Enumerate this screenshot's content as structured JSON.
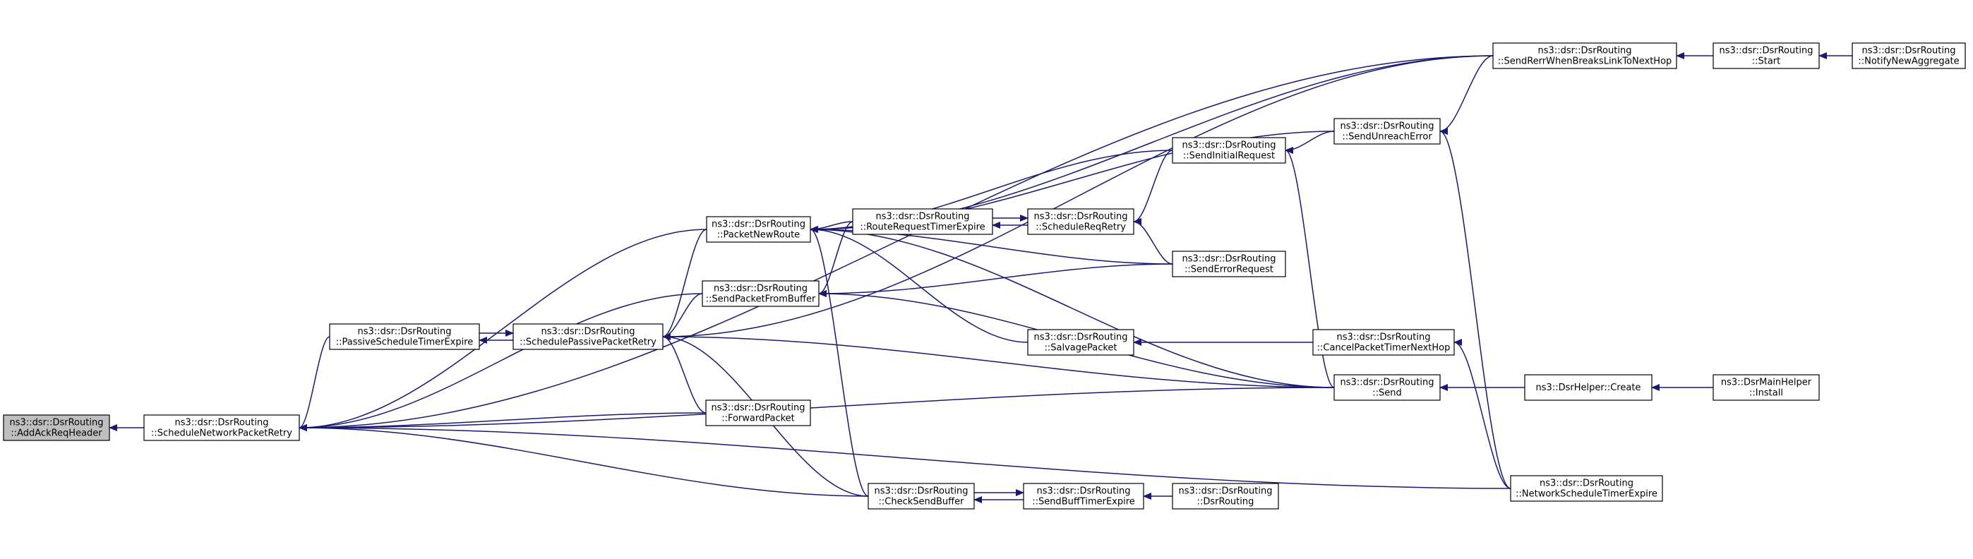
{
  "colors": {
    "edge": "#191970",
    "node_fill": "#ffffff",
    "node_border": "#000000",
    "highlight_fill": "#bfbfbf"
  },
  "nodes": [
    {
      "id": "addack",
      "lines": [
        "ns3::dsr::DsrRouting",
        "::AddAckReqHeader"
      ],
      "highlighted": true
    },
    {
      "id": "schednet",
      "lines": [
        "ns3::dsr::DsrRouting",
        "::ScheduleNetworkPacketRetry"
      ]
    },
    {
      "id": "passivetimer",
      "lines": [
        "ns3::dsr::DsrRouting",
        "::PassiveScheduleTimerExpire"
      ]
    },
    {
      "id": "schedpassive",
      "lines": [
        "ns3::dsr::DsrRouting",
        "::SchedulePassivePacketRetry"
      ]
    },
    {
      "id": "packetnew",
      "lines": [
        "ns3::dsr::DsrRouting",
        "::PacketNewRoute"
      ]
    },
    {
      "id": "sendfrombuf",
      "lines": [
        "ns3::dsr::DsrRouting",
        "::SendPacketFromBuffer"
      ]
    },
    {
      "id": "forward",
      "lines": [
        "ns3::dsr::DsrRouting",
        "::ForwardPacket"
      ]
    },
    {
      "id": "routereq",
      "lines": [
        "ns3::dsr::DsrRouting",
        "::RouteRequestTimerExpire"
      ]
    },
    {
      "id": "checksend",
      "lines": [
        "ns3::dsr::DsrRouting",
        "::CheckSendBuffer"
      ]
    },
    {
      "id": "schedreq",
      "lines": [
        "ns3::dsr::DsrRouting",
        "::ScheduleReqRetry"
      ]
    },
    {
      "id": "salvage",
      "lines": [
        "ns3::dsr::DsrRouting",
        "::SalvagePacket"
      ]
    },
    {
      "id": "sendbufftimer",
      "lines": [
        "ns3::dsr::DsrRouting",
        "::SendBuffTimerExpire"
      ]
    },
    {
      "id": "sendinit",
      "lines": [
        "ns3::dsr::DsrRouting",
        "::SendInitialRequest"
      ]
    },
    {
      "id": "senderr",
      "lines": [
        "ns3::dsr::DsrRouting",
        "::SendErrorRequest"
      ]
    },
    {
      "id": "ctor",
      "lines": [
        "ns3::dsr::DsrRouting",
        "::DsrRouting"
      ]
    },
    {
      "id": "sendunreach",
      "lines": [
        "ns3::dsr::DsrRouting",
        "::SendUnreachError"
      ]
    },
    {
      "id": "cancelpkt",
      "lines": [
        "ns3::dsr::DsrRouting",
        "::CancelPacketTimerNextHop"
      ]
    },
    {
      "id": "send",
      "lines": [
        "ns3::dsr::DsrRouting",
        "::Send"
      ]
    },
    {
      "id": "netsched",
      "lines": [
        "ns3::dsr::DsrRouting",
        "::NetworkScheduleTimerExpire"
      ]
    },
    {
      "id": "rerr",
      "lines": [
        "ns3::dsr::DsrRouting",
        "::SendRerrWhenBreaksLinkToNextHop"
      ]
    },
    {
      "id": "start",
      "lines": [
        "ns3::dsr::DsrRouting",
        "::Start"
      ]
    },
    {
      "id": "notify",
      "lines": [
        "ns3::dsr::DsrRouting",
        "::NotifyNewAggregate"
      ]
    },
    {
      "id": "helpercreate",
      "lines": [
        "ns3::DsrHelper::Create"
      ]
    },
    {
      "id": "install",
      "lines": [
        "ns3::DsrMainHelper",
        "::Install"
      ]
    }
  ],
  "edges": [
    {
      "from": "schednet",
      "to": "addack"
    },
    {
      "from": "passivetimer",
      "to": "schednet"
    },
    {
      "from": "schedpassive",
      "to": "passivetimer"
    },
    {
      "from": "passivetimer",
      "to": "schedpassive"
    },
    {
      "from": "packetnew",
      "to": "schednet"
    },
    {
      "from": "sendfrombuf",
      "to": "schednet"
    },
    {
      "from": "forward",
      "to": "schednet"
    },
    {
      "from": "checksend",
      "to": "schednet"
    },
    {
      "from": "send",
      "to": "schednet"
    },
    {
      "from": "netsched",
      "to": "schednet"
    },
    {
      "from": "rerr",
      "to": "schednet"
    },
    {
      "from": "packetnew",
      "to": "schedpassive"
    },
    {
      "from": "sendfrombuf",
      "to": "schedpassive"
    },
    {
      "from": "forward",
      "to": "schedpassive"
    },
    {
      "from": "checksend",
      "to": "schedpassive"
    },
    {
      "from": "send",
      "to": "schedpassive"
    },
    {
      "from": "rerr",
      "to": "schedpassive"
    },
    {
      "from": "routereq",
      "to": "packetnew"
    },
    {
      "from": "checksend",
      "to": "packetnew"
    },
    {
      "from": "salvage",
      "to": "packetnew"
    },
    {
      "from": "sendinit",
      "to": "packetnew"
    },
    {
      "from": "senderr",
      "to": "packetnew"
    },
    {
      "from": "sendunreach",
      "to": "packetnew"
    },
    {
      "from": "send",
      "to": "packetnew"
    },
    {
      "from": "rerr",
      "to": "packetnew"
    },
    {
      "from": "routereq",
      "to": "sendfrombuf"
    },
    {
      "from": "senderr",
      "to": "sendfrombuf"
    },
    {
      "from": "send",
      "to": "sendfrombuf"
    },
    {
      "from": "schedreq",
      "to": "routereq"
    },
    {
      "from": "routereq",
      "to": "schedreq"
    },
    {
      "from": "sendinit",
      "to": "schedreq"
    },
    {
      "from": "senderr",
      "to": "schedreq"
    },
    {
      "from": "sendbufftimer",
      "to": "checksend"
    },
    {
      "from": "checksend",
      "to": "sendbufftimer"
    },
    {
      "from": "ctor",
      "to": "sendbufftimer"
    },
    {
      "from": "cancelpkt",
      "to": "salvage"
    },
    {
      "from": "sendunreach",
      "to": "sendinit"
    },
    {
      "from": "send",
      "to": "sendinit"
    },
    {
      "from": "rerr",
      "to": "sendunreach"
    },
    {
      "from": "netsched",
      "to": "sendunreach"
    },
    {
      "from": "netsched",
      "to": "cancelpkt"
    },
    {
      "from": "helpercreate",
      "to": "send"
    },
    {
      "from": "start",
      "to": "rerr"
    },
    {
      "from": "notify",
      "to": "start"
    },
    {
      "from": "install",
      "to": "helpercreate"
    }
  ]
}
